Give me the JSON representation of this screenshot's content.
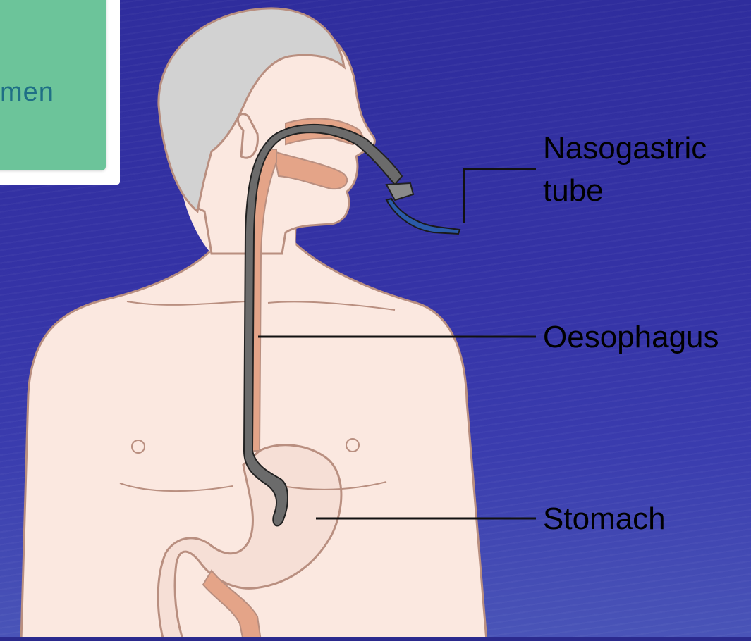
{
  "inset": {
    "text": "men"
  },
  "labels": {
    "nasogastric_line1": "Nasogastric",
    "nasogastric_line2": "tube",
    "oesophagus": "Oesophagus",
    "stomach": "Stomach"
  },
  "colors": {
    "background": "#3533a6",
    "skin": "#fbe8e0",
    "hair": "#d2d2d2",
    "organ": "#e4a488",
    "tube": "#5a5a5a",
    "tube_tip": "#2a5aa8"
  }
}
